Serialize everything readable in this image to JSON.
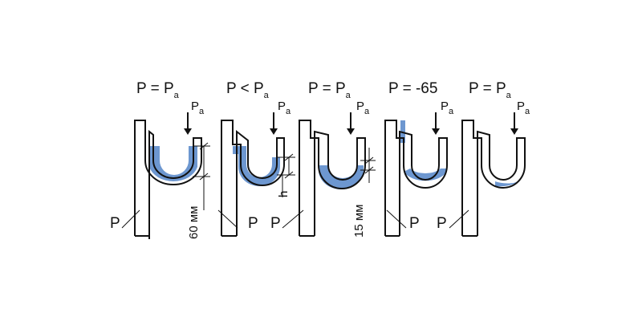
{
  "colors": {
    "water": "#6d97d0",
    "line": "#111111"
  },
  "panels": [
    {
      "condition": {
        "main": "P = P",
        "sub": "a"
      },
      "pa_main": "P",
      "pa_sub": "a",
      "p_label": "P",
      "dimension": "60 мм"
    },
    {
      "condition": {
        "main": "P < P",
        "sub": "a"
      },
      "pa_main": "P",
      "pa_sub": "a",
      "p_label": "P",
      "dimension": "h"
    },
    {
      "condition": {
        "main": "P = P",
        "sub": "a"
      },
      "pa_main": "P",
      "pa_sub": "a",
      "p_label": "P",
      "dimension": "15 мм"
    },
    {
      "condition": {
        "main": "P = -65",
        "sub": ""
      },
      "pa_main": "P",
      "pa_sub": "a",
      "p_label": "P",
      "dimension": ""
    },
    {
      "condition": {
        "main": "P = P",
        "sub": "a"
      },
      "pa_main": "P",
      "pa_sub": "a",
      "p_label": "P",
      "dimension": ""
    }
  ]
}
